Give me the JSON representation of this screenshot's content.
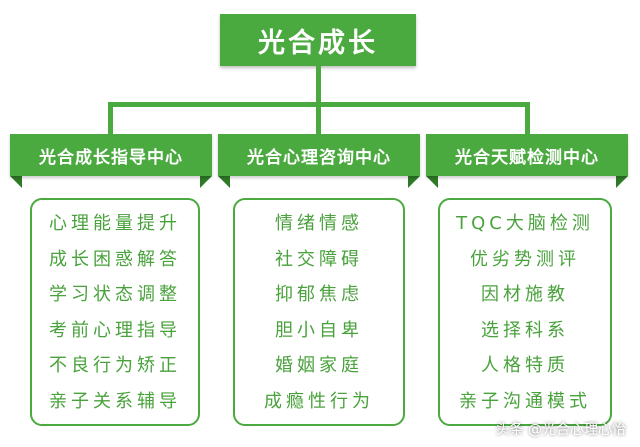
{
  "root": "光合成长",
  "centers": [
    {
      "title": "光合成长指导中心",
      "items": [
        "心理能量提升",
        "成长困惑解答",
        "学习状态调整",
        "考前心理指导",
        "不良行为矫正",
        "亲子关系辅导"
      ]
    },
    {
      "title": "光合心理咨询中心",
      "items": [
        "情绪情感",
        "社交障碍",
        "抑郁焦虑",
        "胆小自卑",
        "婚姻家庭",
        "成瘾性行为"
      ]
    },
    {
      "title": "光合天赋检测中心",
      "items": [
        "TQC大脑检测",
        "优劣势测评",
        "因材施教",
        "选择科系",
        "人格特质",
        "亲子沟通模式"
      ]
    }
  ],
  "watermark": "头条 @光合心理心怡",
  "colors": {
    "accent": "#4aa93f",
    "dark": "#2f7a27"
  }
}
